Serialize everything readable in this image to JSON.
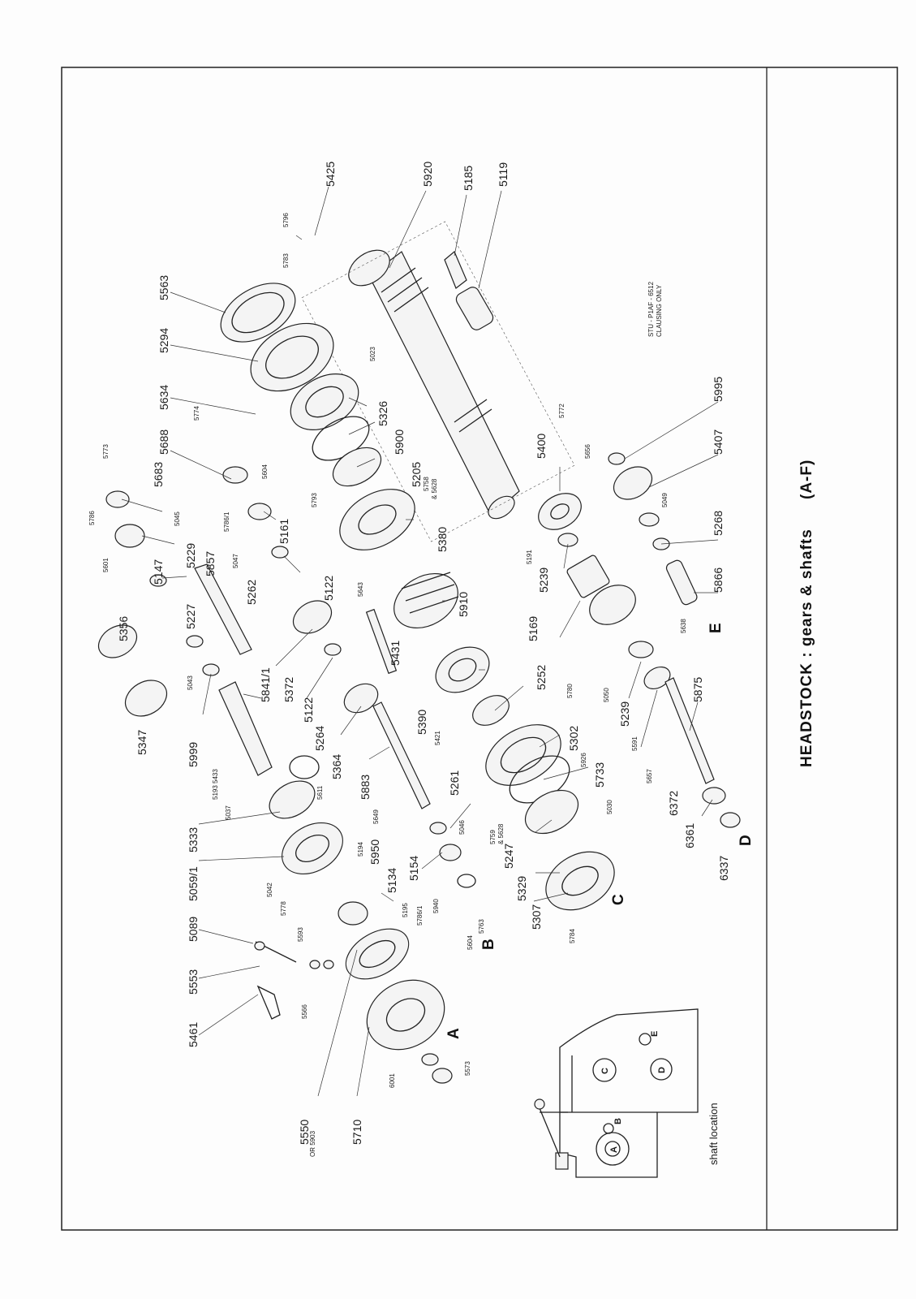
{
  "title": "HEADSTOCK : gears & shafts",
  "title_suffix": "(A-F)",
  "stamp": {
    "line1": "STU - P1AF - 6512",
    "line2": "CLAUSING ONLY"
  },
  "shaft_letters": {
    "A": "A",
    "B": "B",
    "C": "C",
    "D": "D",
    "E": "E"
  },
  "inset": {
    "label": "shaft location",
    "markers": [
      "A",
      "B",
      "C",
      "D",
      "E"
    ]
  },
  "parts": {
    "p5425": "5425",
    "p5796": "5796",
    "p5920": "5920",
    "p5185": "5185",
    "p5119": "5119",
    "p5783": "5783",
    "p5563": "5563",
    "p5294": "5294",
    "p5634": "5634",
    "p5023": "5023",
    "p5326": "5326",
    "p5900": "5900",
    "p5205": "5205",
    "p5758": "5758",
    "p5628a": "& 5628",
    "p5688": "5688",
    "p5774": "5774",
    "p5773": "5773",
    "p5683": "5683",
    "p5604a": "5604",
    "p5161": "5161",
    "p5786": "5786",
    "p5786_1a": "5786/1",
    "p5045": "5045",
    "p5229": "5229",
    "p5147": "5147",
    "p5601": "5601",
    "p5793": "5793",
    "p5380": "5380",
    "p5857": "5857",
    "p5047": "5047",
    "p5262": "5262",
    "p5122a": "5122",
    "p5356": "5356",
    "p5227": "5227",
    "p5643": "5643",
    "p5910": "5910",
    "p5372": "5372",
    "p5122b": "5122",
    "p5841_1": "5841/1",
    "p5431": "5431",
    "p5043": "5043",
    "p5264": "5264",
    "p5390": "5390",
    "p5252": "5252",
    "p5347": "5347",
    "p5999": "5999",
    "p5364": "5364",
    "p5421": "5421",
    "p5883": "5883",
    "p5433": "5433",
    "p5193": "5193",
    "p5611": "5611",
    "p5302": "5302",
    "p5926": "5926",
    "p5733": "5733",
    "p5649": "5649",
    "p5261": "5261",
    "p5030": "5030",
    "p5037": "5037",
    "p5046": "5046",
    "p5333": "5333",
    "p5759": "5759",
    "p5628b": "& 5628",
    "p5194": "5194",
    "p5950": "5950",
    "p5059_1": "5059/1",
    "p5247": "5247",
    "p5154": "5154",
    "p5042": "5042",
    "p5134": "5134",
    "p5329": "5329",
    "p5778": "5778",
    "p5195": "5195",
    "p5786_1b": "5786/1",
    "p5940": "5940",
    "p5307": "5307",
    "p5593": "5593",
    "p5604b": "5604",
    "p5763": "5763",
    "p5784": "5784",
    "p5089": "5089",
    "p5553": "5553",
    "p5566": "5566",
    "p5461": "5461",
    "p6001": "6001",
    "p5573": "5573",
    "p5550": "5550",
    "p5903": "OR 5903",
    "p5710": "5710",
    "p5772": "5772",
    "p5995": "5995",
    "p5656": "5656",
    "p5407": "5407",
    "p5400": "5400",
    "p5049": "5049",
    "p5268": "5268",
    "p5191": "5191",
    "p5239a": "5239",
    "p5866": "5866",
    "p5169": "5169",
    "p5638": "5638",
    "p5780": "5780",
    "p5050": "5050",
    "p5875": "5875",
    "p5239b": "5239",
    "p5591": "5591",
    "p5657": "5657",
    "p6372": "6372",
    "p6361": "6361",
    "p6337": "6337"
  }
}
